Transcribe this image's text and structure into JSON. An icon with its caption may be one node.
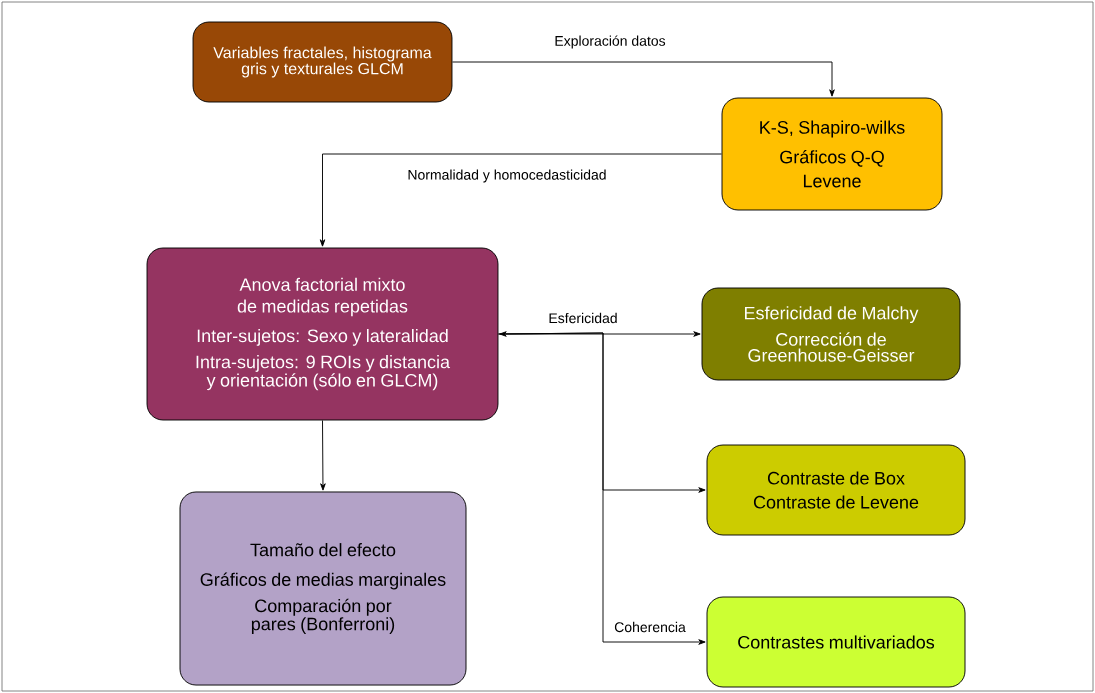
{
  "diagram": {
    "nodes": [
      {
        "text": [
          "Variables fractales, histograma gris y texturales GLCM"
        ]
      },
      {
        "text": [
          "K-S, Shapiro-wilks",
          "Gráficos Q-Q",
          "Levene"
        ]
      },
      {
        "text": [
          "Anova factorial mixto de medidas repetidas",
          "Inter-sujetos: Sexo y lateralidad",
          "Intra-sujetos: 9 ROIs y distancia y orientación (sólo en GLCM)"
        ]
      },
      {
        "text": [
          "Esfericidad de Malchy",
          "Corrección de Greenhouse-Geisser"
        ]
      },
      {
        "text": [
          "Contraste de Box",
          "Contraste de Levene"
        ]
      },
      {
        "text": [
          "Contrastes multivariados"
        ]
      },
      {
        "text": [
          "Tamaño del efecto",
          "Gráficos de medias marginales",
          "Comparación por pares (Bonferroni)"
        ]
      }
    ],
    "edges": [
      {
        "from": 0,
        "to": 1,
        "arrow": "to",
        "label": "Exploración datos"
      },
      {
        "from": 1,
        "to": 2,
        "arrow": "to",
        "label": "Normalidad y homocedasticidad"
      },
      {
        "from": 2,
        "to": 3,
        "arrow": "both",
        "label": "Esfericidad"
      },
      {
        "from": 2,
        "to": 4,
        "arrow": "to"
      },
      {
        "from": 2,
        "to": 5,
        "arrow": "to",
        "label": "Coherencia"
      },
      {
        "from": 2,
        "to": 6,
        "arrow": "to"
      }
    ]
  }
}
